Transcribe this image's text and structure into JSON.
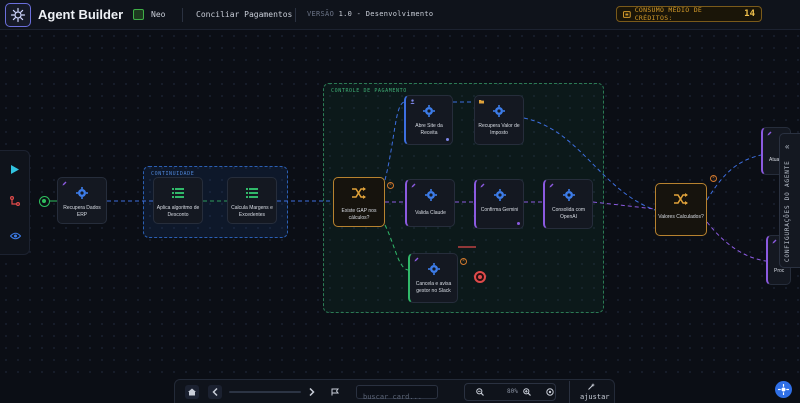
{
  "header": {
    "app_title": "Agent Builder",
    "user_name": "Neo",
    "flow_name": "Conciliar Pagamentos",
    "version_label": "VERSÃO",
    "version_value": "1.0 - Desenvolvimento",
    "credits_label": "CONSUMO MÉDIO DE CRÉDITOS:",
    "credits_value": "14"
  },
  "groups": {
    "blue_label": "CONTINUIDADE",
    "green_label": "CONTROLE DE PAGAMENTO"
  },
  "nodes": {
    "recupera_erp": "Recupera Dados ERP",
    "aplica_desconto": "Aplica algoritmo de Desconto",
    "calcula_margens": "Calcula Margens e Excedentes",
    "existe_gap": "Existe GAP nos cálculos?",
    "abre_site": "Abre Site da Receita",
    "recupera_imposto": "Recupera Valor de Imposto",
    "valida_claude": "Valida Claude",
    "confirma_gemini": "Confirma Gemini",
    "consolida_openai": "Consolida com OpenAI",
    "cancela_slack": "Cancela e avisa gestor no Slack",
    "valores_calculados": "Valores Calculados?",
    "partial_top": "Atual",
    "partial_bottom": "Proc"
  },
  "right_panel": {
    "title": "CONFIGURAÇÕES DO AGENTE"
  },
  "bottom_bar": {
    "search_placeholder": "buscar card...",
    "zoom_value": "80%",
    "fit_label": "ajustar"
  },
  "colors": {
    "accent_blue": "#3d6fe0",
    "accent_purple": "#8b5ae0",
    "accent_green": "#31b96a",
    "decision_orange": "#d0782d",
    "credits_gold": "#f1c24d"
  }
}
